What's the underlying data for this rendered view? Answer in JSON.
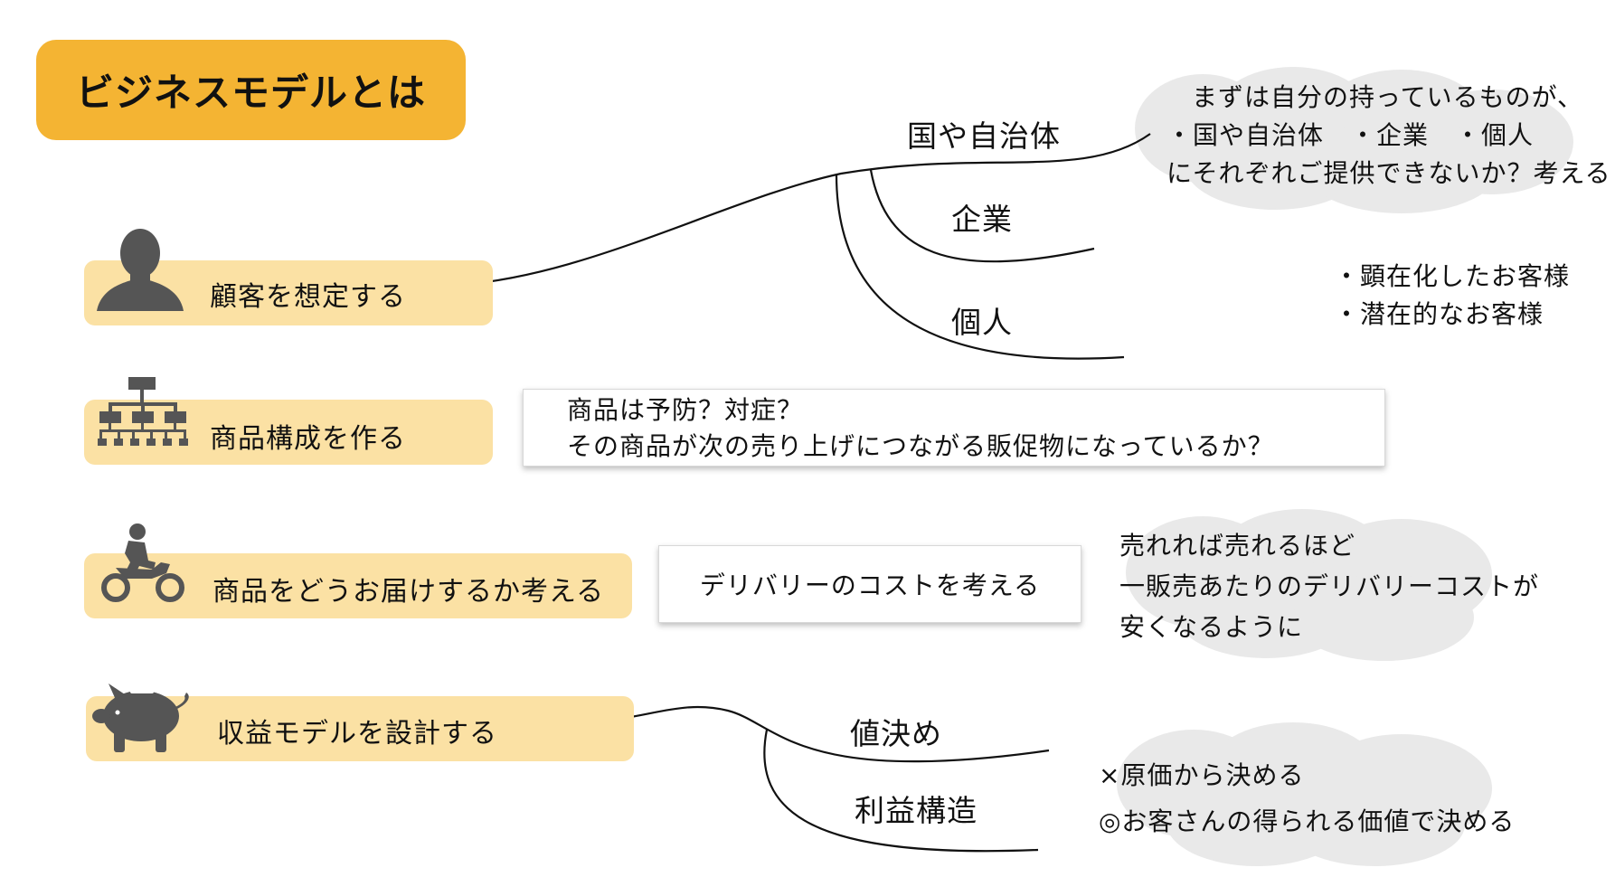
{
  "title": "ビジネスモデルとは",
  "steps": [
    {
      "icon": "person-silhouette-icon",
      "label": "顧客を想定する"
    },
    {
      "icon": "org-chart-icon",
      "label": "商品構成を作る"
    },
    {
      "icon": "motorcycle-rider-icon",
      "label": "商品をどうお届けするか考える"
    },
    {
      "icon": "piggy-bank-icon",
      "label": "収益モデルを設計する"
    }
  ],
  "customer": {
    "branches": [
      "国や自治体",
      "企業",
      "個人"
    ],
    "cloud_note": [
      "まずは自分の持っているものが、",
      "・国や自治体　・企業　・個人",
      "にそれぞれご提供できないか？考える"
    ],
    "individual_note": [
      "・顕在化したお客様",
      "・潜在的なお客様"
    ]
  },
  "product": {
    "note": [
      "商品は予防？対症？",
      "その商品が次の売り上げにつながる販促物になっているか？"
    ]
  },
  "delivery": {
    "box": "デリバリーのコストを考える",
    "cloud_note": [
      "売れれば売れるほど",
      "一販売あたりのデリバリーコストが",
      "安くなるように"
    ]
  },
  "revenue": {
    "branches": [
      "値決め",
      "利益構造"
    ],
    "cloud_note": [
      "×原価から決める",
      "◎お客さんの得られる価値で決める"
    ]
  },
  "colors": {
    "title_bg": "#f4b433",
    "pill_bg": "#fbe1a4",
    "icon": "#555555",
    "cloud": "#e9e9e9",
    "line": "#111111"
  }
}
